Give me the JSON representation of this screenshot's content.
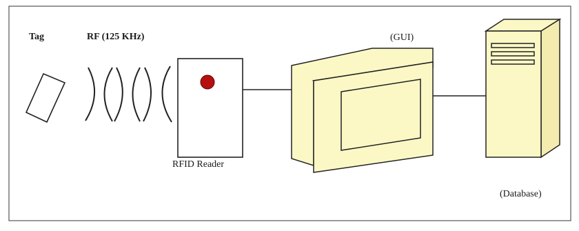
{
  "diagram": {
    "labels": {
      "tag": "Tag",
      "rf": "RF (125 KHz)",
      "gui": "(GUI)",
      "reader": "RFID Reader",
      "database": "(Database)"
    },
    "colors": {
      "device_fill": "#fbf8c6",
      "indicator": "#b51010",
      "stroke": "#2a2a2a",
      "frame": "#555555"
    }
  }
}
